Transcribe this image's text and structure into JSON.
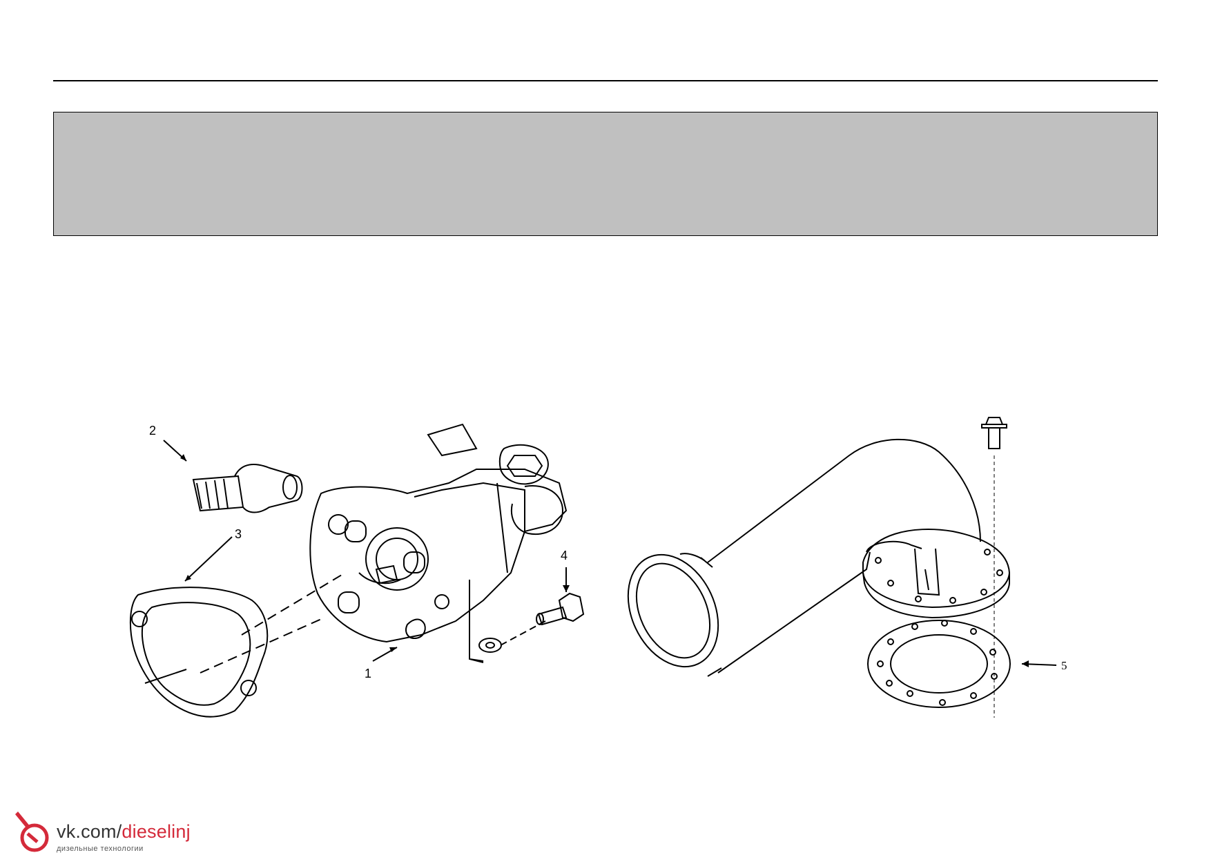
{
  "callouts": {
    "c1": "1",
    "c2": "2",
    "c3": "3",
    "c4": "4",
    "c5": "5"
  },
  "watermark": {
    "prefix": "vk.com/",
    "accent": "dieselinj",
    "subtitle": "дизельные технологии",
    "accent_color": "#d42a3a"
  }
}
